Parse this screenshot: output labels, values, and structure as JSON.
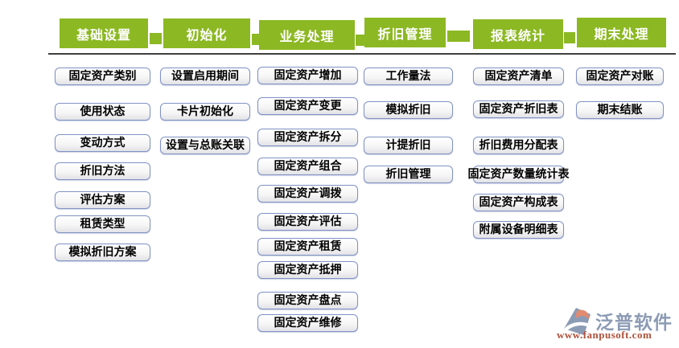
{
  "colors": {
    "header_green": "#8cb823",
    "header_text": "#ffffff",
    "button_border": "#8092c4",
    "button_text": "#000000",
    "divider": "#3f3f3f",
    "logo_text_blue": "#8c9bb4",
    "logo_url_red": "#b0503a",
    "logo_coral": "#e28a70"
  },
  "modules": [
    {
      "header": "基础设置",
      "items": [
        "固定资产类别",
        "使用状态",
        "变动方式",
        "折旧方法",
        "评估方案",
        "租赁类型",
        "模拟折旧方案"
      ]
    },
    {
      "header": "初始化",
      "items": [
        "设置启用期间",
        "卡片初始化",
        "设置与总账关联"
      ]
    },
    {
      "header": "业务处理",
      "items": [
        "固定资产增加",
        "固定资产变更",
        "固定资产拆分",
        "固定资产组合",
        "固定资产调拨",
        "固定资产评估",
        "固定资产租赁",
        "固定资产抵押",
        "固定资产盘点",
        "固定资产维修"
      ]
    },
    {
      "header": "折旧管理",
      "items": [
        "工作量法",
        "模拟折旧",
        "计提折旧",
        "折旧管理"
      ]
    },
    {
      "header": "报表统计",
      "items": [
        "固定资产清单",
        "固定资产折旧表",
        "折旧费用分配表",
        "固定资产数量统计表",
        "固定资产构成表",
        "附属设备明细表"
      ]
    },
    {
      "header": "期末处理",
      "items": [
        "固定资产对账",
        "期末结账"
      ]
    }
  ],
  "logo": {
    "name": "泛普软件",
    "url": "www.fanpusoft.com"
  }
}
